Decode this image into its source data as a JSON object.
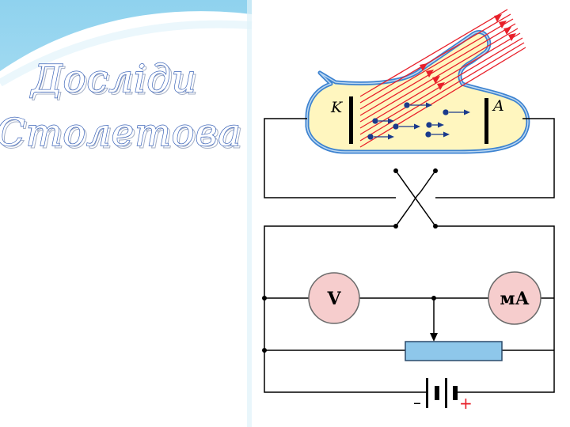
{
  "slide": {
    "title_lines": [
      "Досліди",
      "Столетова"
    ]
  },
  "diagram": {
    "cathode_label": "K",
    "anode_label": "A",
    "voltmeter_label": "V",
    "milliammeter_label": "мА",
    "battery_minus": "–",
    "battery_plus": "+",
    "colors": {
      "light_rays": "#e8202a",
      "electron": "#1a3a8c",
      "tube_fill": "#fff6bf",
      "tube_glass": "#3d83d0",
      "meter_fill": "#f6cdcd",
      "rheostat_fill": "#8ec7ea",
      "battery_plus": "#e8202a",
      "title_outline": "#3a63b8"
    }
  }
}
